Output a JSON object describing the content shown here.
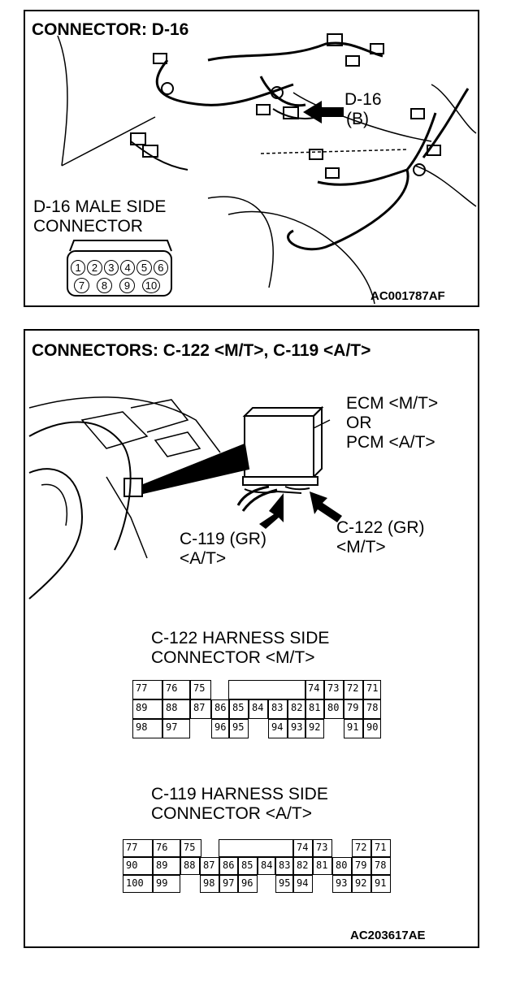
{
  "panel1": {
    "title": "CONNECTOR: D-16",
    "callout_line1": "D-16",
    "callout_line2": "(B)",
    "side_label_line1": "D-16 MALE SIDE",
    "side_label_line2": "CONNECTOR",
    "pins": [
      "1",
      "2",
      "3",
      "4",
      "5",
      "6",
      "7",
      "8",
      "9",
      "10"
    ],
    "code": "AC001787AF"
  },
  "panel2": {
    "title": "CONNECTORS: C-122 <M/T>, C-119 <A/T>",
    "ecm_line1": "ECM <M/T>",
    "ecm_line2": "OR",
    "ecm_line3": "PCM <A/T>",
    "c119_line1": "C-119 (GR)",
    "c119_line2": "<A/T>",
    "c122_line1": "C-122 (GR)",
    "c122_line2": "<M/T>",
    "c122_title_line1": "C-122 HARNESS SIDE",
    "c122_title_line2": "CONNECTOR <M/T>",
    "c119_title_line1": "C-119 HARNESS SIDE",
    "c119_title_line2": "CONNECTOR <A/T>",
    "c122_pins": {
      "row1": [
        "77",
        "76",
        "75",
        "74",
        "73",
        "72",
        "71"
      ],
      "row2": [
        "89",
        "88",
        "87",
        "86",
        "85",
        "84",
        "83",
        "82",
        "81",
        "80",
        "79",
        "78"
      ],
      "row3": [
        "98",
        "97",
        "96",
        "95",
        "94",
        "93",
        "92",
        "91",
        "90"
      ]
    },
    "c119_pins": {
      "row1": [
        "77",
        "76",
        "75",
        "74",
        "73",
        "72",
        "71"
      ],
      "row2": [
        "90",
        "89",
        "88",
        "87",
        "86",
        "85",
        "84",
        "83",
        "82",
        "81",
        "80",
        "79",
        "78"
      ],
      "row3": [
        "100",
        "99",
        "98",
        "97",
        "96",
        "95",
        "94",
        "93",
        "92",
        "91"
      ]
    },
    "code": "AC203617AE"
  }
}
